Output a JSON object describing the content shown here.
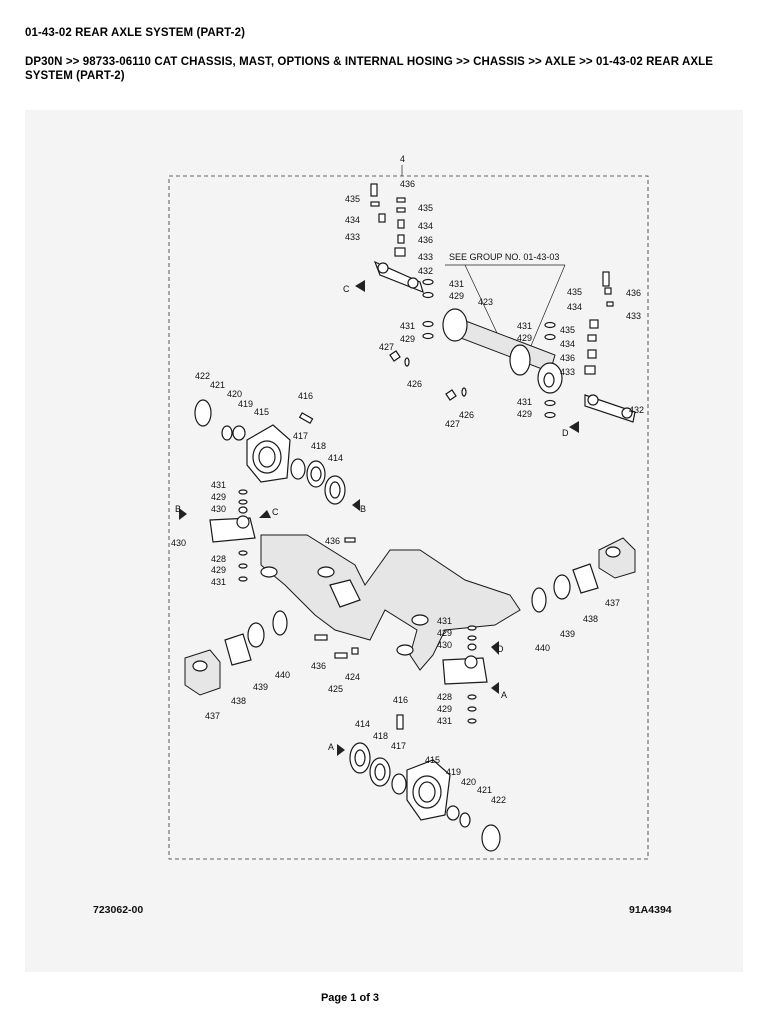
{
  "header": {
    "title": "01-43-02 REAR AXLE SYSTEM (PART-2)",
    "breadcrumb": "DP30N >> 98733-06110 CAT CHASSIS, MAST, OPTIONS & INTERNAL HOSING >> CHASSIS >> AXLE >> 01-43-02 REAR AXLE SYSTEM (PART-2)"
  },
  "diagram": {
    "see_group_note": "SEE GROUP NO. 01-43-03",
    "assembly_number": "4",
    "drawing_number_left": "723062-00",
    "drawing_number_right": "91A4394",
    "view_markers": [
      "A",
      "B",
      "C",
      "D"
    ],
    "part_numbers": [
      "414",
      "415",
      "416",
      "417",
      "418",
      "419",
      "420",
      "421",
      "422",
      "423",
      "424",
      "425",
      "426",
      "427",
      "428",
      "429",
      "430",
      "431",
      "432",
      "433",
      "434",
      "435",
      "436",
      "437",
      "438",
      "439",
      "440"
    ]
  },
  "footer": {
    "page_indicator": "Page 1 of 3"
  }
}
